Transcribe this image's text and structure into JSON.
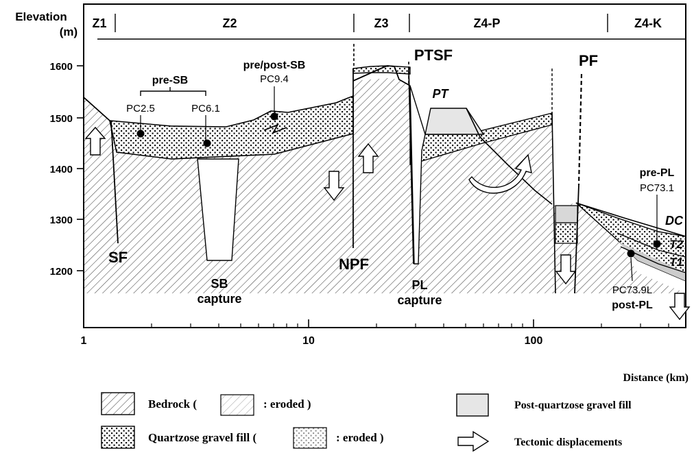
{
  "axes": {
    "y_title_line1": "Elevation",
    "y_title_line2": "(m)",
    "y_ticks": [
      "1600",
      "1500",
      "1400",
      "1300",
      "1200"
    ],
    "x_ticks": [
      "1",
      "10",
      "100"
    ],
    "x_title": "Distance (km)"
  },
  "zones": [
    "Z1",
    "Z2",
    "Z3",
    "Z4-P",
    "Z4-K"
  ],
  "faults": {
    "sf": "SF",
    "npf": "NPF",
    "ptsf": "PTSF",
    "pf": "PF"
  },
  "captures": {
    "sb_line1": "SB",
    "sb_line2": "capture",
    "pl_line1": "PL",
    "pl_line2": "capture"
  },
  "samples": {
    "pre_sb": "pre-SB",
    "pc25": "PC2.5",
    "pc61": "PC6.1",
    "pre_post_sb": "pre/post-SB",
    "pc94": "PC9.4",
    "pre_pl": "pre-PL",
    "pc731": "PC73.1",
    "pc739l": "PC73.9L",
    "post_pl": "post-PL"
  },
  "terraces": {
    "pt": "PT",
    "dc": "DC",
    "t2": "T2",
    "t1": "T1"
  },
  "legend": {
    "bedrock": "Bedrock (",
    "bedrock_eroded": ": eroded )",
    "gravel": "Quartzose gravel fill  (",
    "gravel_eroded": ": eroded )",
    "post_fill": "Post-quartzose gravel fill",
    "tectonic": "Tectonic displacements"
  },
  "colors": {
    "hatch": "#444444",
    "hatch_light": "#aaaaaa",
    "dot": "#111111",
    "post_fill": "#e6e6e6"
  }
}
